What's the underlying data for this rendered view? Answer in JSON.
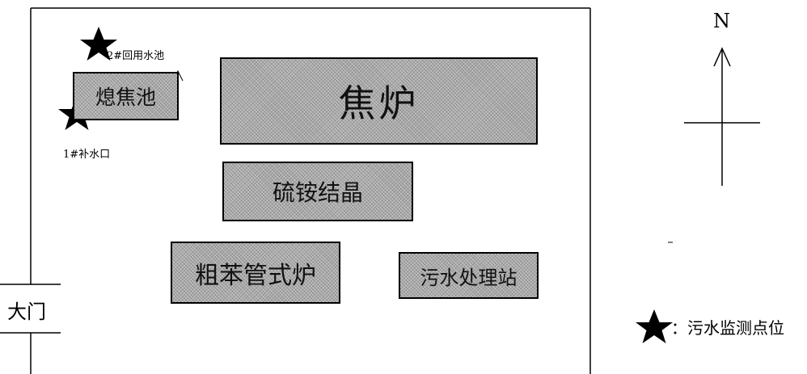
{
  "site": {
    "gate_label": "大门"
  },
  "facilities": {
    "coke_oven": "焦炉",
    "quench_pool": "熄焦池",
    "ammonium_sulfate": "硫铵结晶",
    "crude_benzene": "粗苯管式炉",
    "wastewater_station": "污水处理站"
  },
  "monitoring_points": {
    "point1": "1#补水口",
    "point2": "2#回用水池"
  },
  "compass": {
    "north": "N"
  },
  "legend": {
    "label": "：污水监测点位"
  }
}
